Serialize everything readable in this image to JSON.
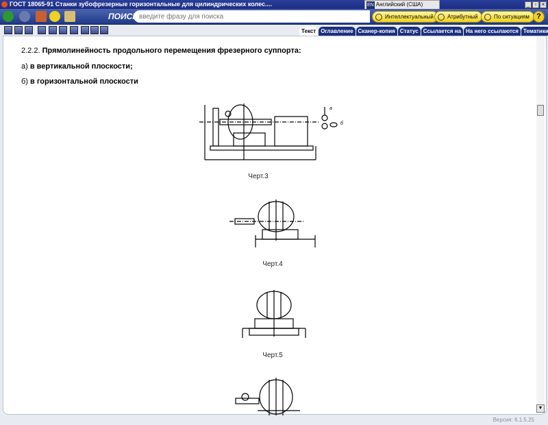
{
  "window": {
    "title": "ГОСТ 18065-91 Станки зубофрезерные горизонтальные для цилиндрических колес....",
    "language": "Английский (США)",
    "lang_code": "EN"
  },
  "search": {
    "label": "ПОИСК",
    "placeholder": "введите фразу для поиска",
    "buttons": [
      "Интеллектуальный",
      "Атрибутный",
      "По ситуациям"
    ],
    "help": "?"
  },
  "tabs": [
    "Текст",
    "Оглавление",
    "Сканер-копия",
    "Статус",
    "Ссылается на",
    "На него ссылаются",
    "Тематики"
  ],
  "document": {
    "heading_num": "2.2.2.",
    "heading": "Прямолинейность продольного перемещения фрезерного суппорта:",
    "item_a_prefix": "а)",
    "item_a": "в вертикальной плоскости;",
    "item_b_prefix": "б)",
    "item_b": "в горизонтальной плоскости",
    "figures": [
      "Черт.3",
      "Черт.4",
      "Черт.5"
    ],
    "fig3_labels": [
      "а",
      "б"
    ]
  },
  "status": {
    "version": "Версия: 6.1.5.25"
  }
}
